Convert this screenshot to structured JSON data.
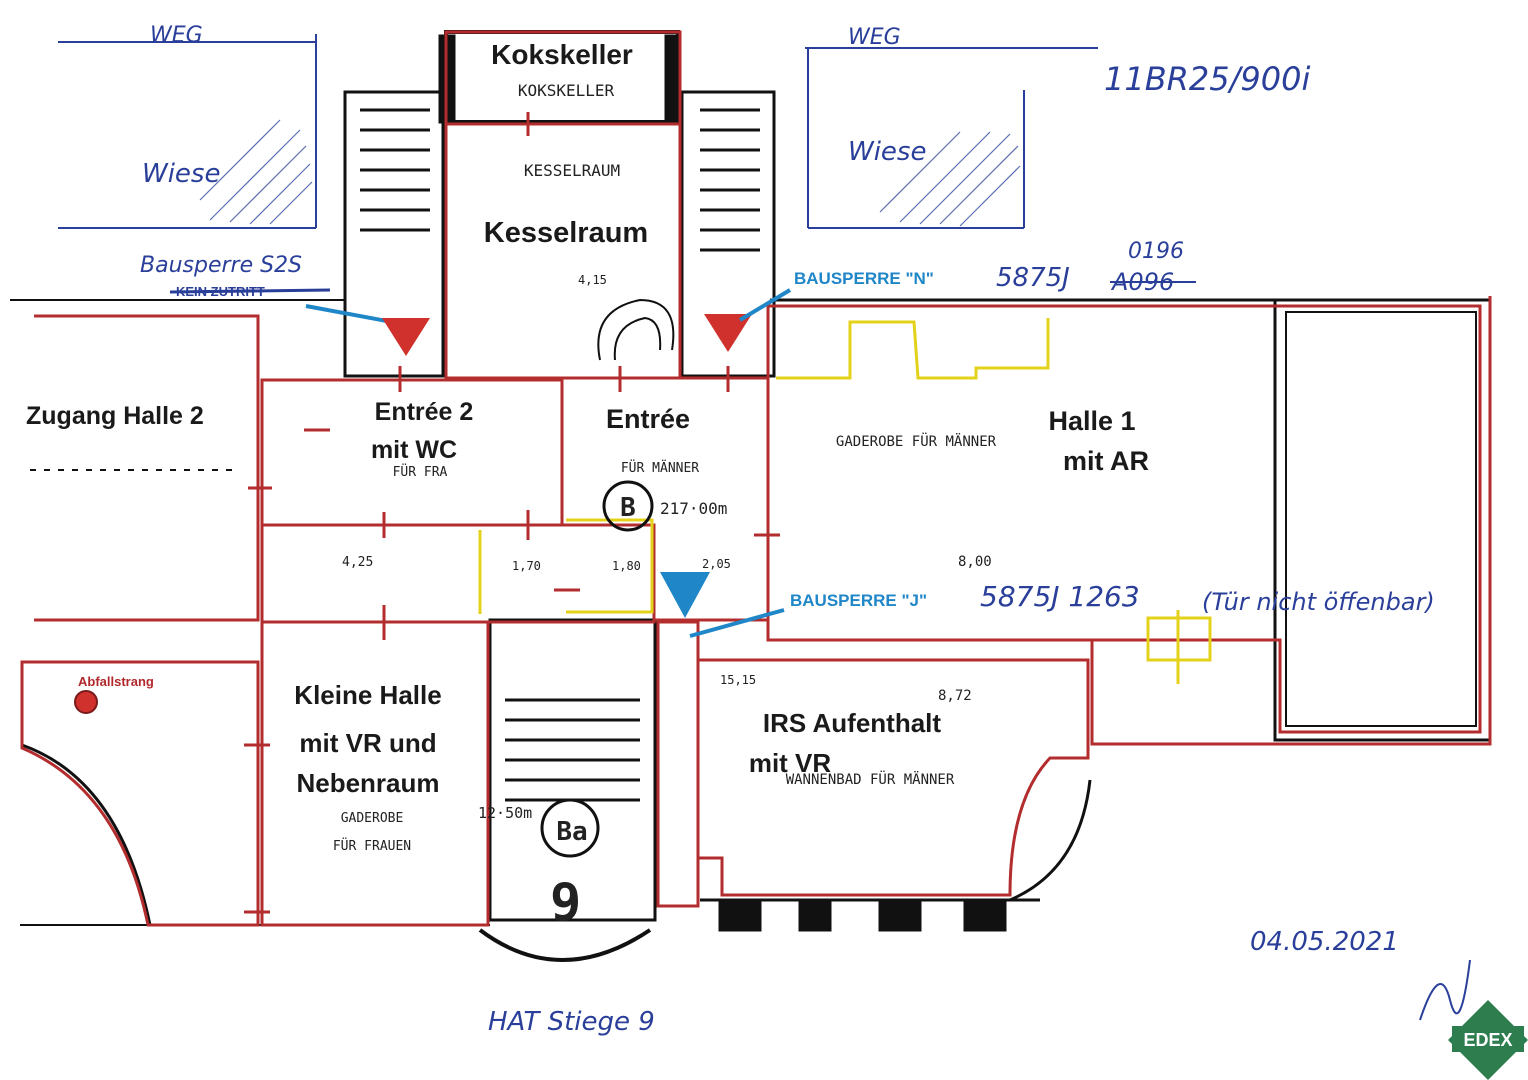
{
  "rooms": {
    "kokskeller": "Kokskeller",
    "kokskeller_print": "KOKSKELLER",
    "kesselraum": "Kesselraum",
    "kesselraum_print": "KESSELRAUM",
    "zugang_halle2": "Zugang Halle 2",
    "entree2_line1": "Entrée 2",
    "entree2_line2": "mit WC",
    "entree": "Entrée",
    "halle1_line1": "Halle 1",
    "halle1_line2": "mit AR",
    "kleine_halle_line1": "Kleine Halle",
    "kleine_halle_line2": "mit VR und",
    "kleine_halle_line3": "Nebenraum",
    "irs_line1": "IRS Aufenthalt",
    "irs_line2": "mit VR"
  },
  "print_labels": {
    "garderobe_maenner": "GADEROBE FÜR MÄNNER",
    "fuer_maenner": "FÜR MÄNNER",
    "wannenbad": "WANNENBAD FÜR MÄNNER",
    "garderobe_frauen": "GADEROBE",
    "fuer_frauen": "FÜR FRAUEN",
    "fuer_fra": "FÜR FRA",
    "ba_mark": "B",
    "ba_mark2": "Ba",
    "area_217": "217·00m",
    "area_1250": "12·50m",
    "dim_800": "8,00",
    "dim_872": "8,72",
    "dim_415": "4,15",
    "dim_1515": "15,15",
    "dim_425": "4,25",
    "dim_170": "1,70",
    "dim_180": "1,80",
    "dim_205": "2,05",
    "stair_no": "9"
  },
  "handwritten": {
    "weg_left": "WEG",
    "weg_right": "WEG",
    "wiese_left": "Wiese",
    "wiese_right": "Wiese",
    "ref_top": "11BR25/900i",
    "bausperre_s2s": "Bausperre S2S",
    "kein_zutritt": "KEIN ZUTRITT",
    "code_n": "5875J",
    "code_n_new": "0196",
    "code_n_old": "A096",
    "code_j": "5875J 1263",
    "tuer_note": "(Tür nicht öffenbar)",
    "hat_stiege": "HAT Stiege 9",
    "date": "04.05.2021"
  },
  "markers": {
    "bausperre_n": "BAUSPERRE \"N\"",
    "bausperre_j": "BAUSPERRE \"J\"",
    "abfallstrang": "Abfallstrang"
  },
  "logo": {
    "text": "EDEX",
    "color": "#2e7d4f"
  },
  "colors": {
    "red_outline": "#b32d2e",
    "yellow_outline": "#e4d21a",
    "blue_marker": "#1f86c8",
    "red_marker": "#d0312d",
    "handwriting": "#2a3f9a"
  }
}
